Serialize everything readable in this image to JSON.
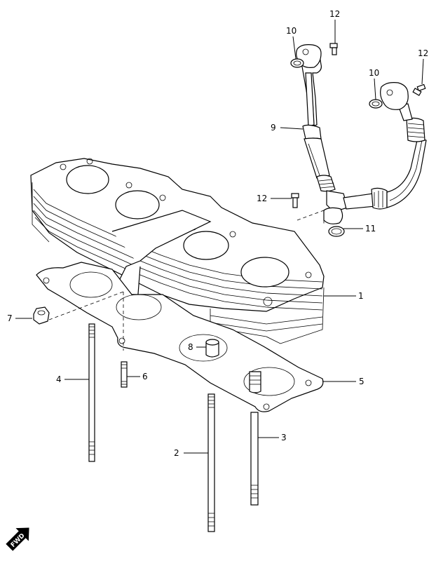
{
  "callouts": {
    "c1": "1",
    "c2": "2",
    "c3": "3",
    "c4": "4",
    "c5": "5",
    "c6": "6",
    "c7": "7",
    "c8": "8",
    "c9": "9",
    "c10a": "10",
    "c10b": "10",
    "c11": "11",
    "c12a": "12",
    "c12b": "12",
    "c12c": "12"
  },
  "fwd_label": "FWD",
  "colors": {
    "line": "#000000",
    "background": "#ffffff"
  }
}
